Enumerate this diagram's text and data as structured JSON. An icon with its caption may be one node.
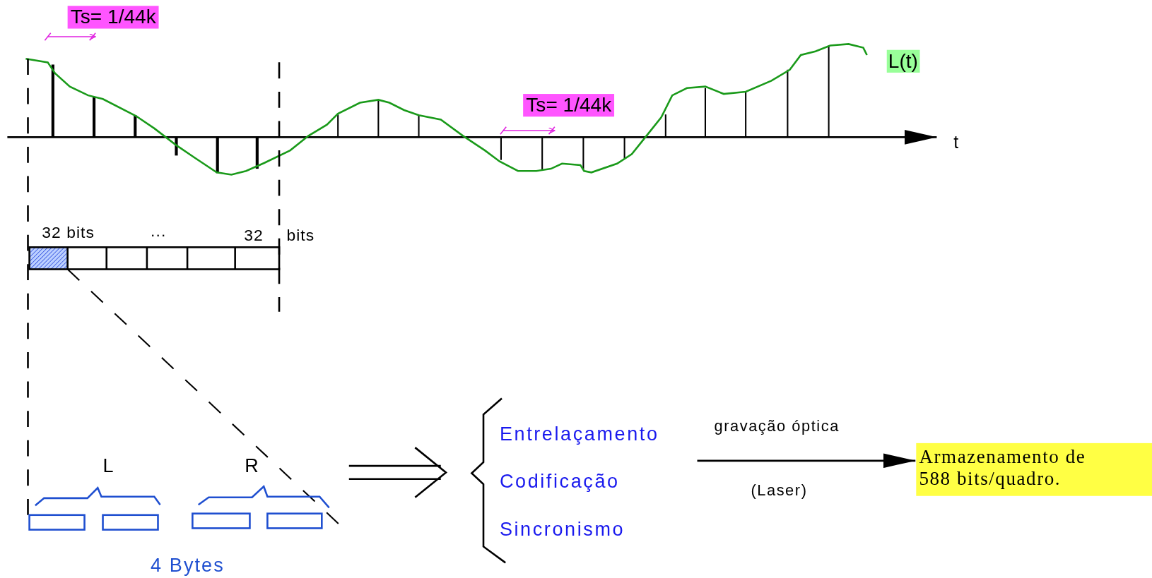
{
  "diagram": {
    "nodes": [
      {
        "text": [
          "L",
          "R",
          "4 Bytes"
        ]
      },
      {
        "text": [
          "Entrelaçamento",
          "Codificação",
          "Sincronismo"
        ]
      },
      {
        "text": [
          "Armazenamento de 588 bits/quadro."
        ]
      }
    ],
    "edges": [
      {
        "from": 0,
        "to": 1,
        "arrow": "to"
      },
      {
        "from": 1,
        "to": 2,
        "arrow": "to",
        "label": "gravação óptica"
      }
    ],
    "labels": [
      "Ts= 1/44k",
      "L(t)",
      "Ts= 1/44k",
      "t",
      "32 bits",
      "...",
      "32",
      "bits",
      "(Laser)"
    ]
  }
}
